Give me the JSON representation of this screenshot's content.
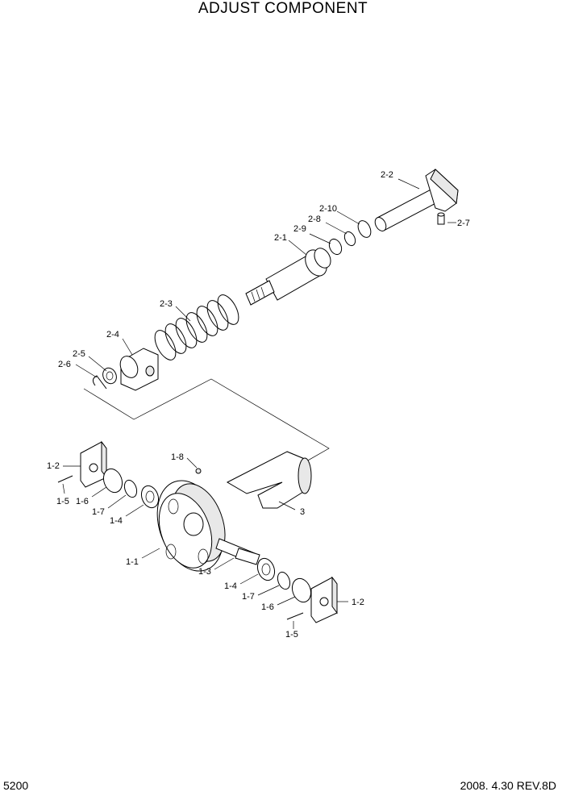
{
  "title": "ADJUST COMPONENT",
  "page_number": "5200",
  "revision": "2008. 4.30 REV.8D",
  "labels": {
    "l2_2": "2-2",
    "l2_10": "2-10",
    "l2_8": "2-8",
    "l2_9": "2-9",
    "l2_7": "2-7",
    "l2_1": "2-1",
    "l2_3": "2-3",
    "l2_4": "2-4",
    "l2_5": "2-5",
    "l2_6": "2-6",
    "l1_2a": "1-2",
    "l1_5a": "1-5",
    "l1_6a": "1-6",
    "l1_7a": "1-7",
    "l1_4a": "1-4",
    "l1_8": "1-8",
    "l3": "3",
    "l1_1": "1-1",
    "l1_3": "1-3",
    "l1_4b": "1-4",
    "l1_7b": "1-7",
    "l1_6b": "1-6",
    "l1_5b": "1-5",
    "l1_2b": "1-2"
  }
}
